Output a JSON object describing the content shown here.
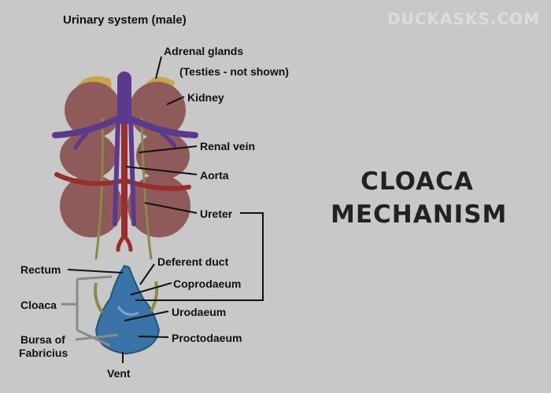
{
  "watermark": "DUCKASKS.COM",
  "title": "Urinary system (male)",
  "headline": {
    "line1": "CLOACA",
    "line2": "MECHANISM"
  },
  "labels": {
    "adrenal_glands": "Adrenal glands",
    "testies_note": "(Testies - not shown)",
    "kidney": "Kidney",
    "renal_vein": "Renal vein",
    "aorta": "Aorta",
    "ureter": "Ureter",
    "deferent_duct": "Deferent duct",
    "coprodaeum": "Coprodaeum",
    "urodaeum": "Urodaeum",
    "proctodaeum": "Proctodaeum",
    "rectum": "Rectum",
    "cloaca": "Cloaca",
    "bursa_line1": "Bursa of",
    "bursa_line2": "Fabricius",
    "vent": "Vent"
  },
  "colors": {
    "background": "#c8c8c8",
    "kidney": "#8f5a5a",
    "vein": "#5a3a8c",
    "artery": "#9a2d2d",
    "adrenal": "#c8a64a",
    "cloaca": "#3a73a8",
    "ureter": "#8a8a4a"
  }
}
